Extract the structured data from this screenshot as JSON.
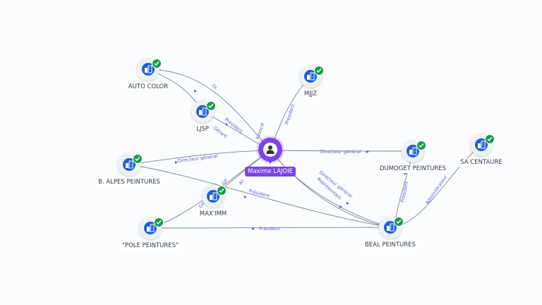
{
  "person": {
    "name": "Maxime LAJOIE",
    "icon": "person-icon"
  },
  "companies": [
    {
      "id": "auto_color",
      "name": "AUTO COLOR",
      "icon": "building-icon",
      "verified": true
    },
    {
      "id": "mjjz",
      "name": "MJJZ",
      "icon": "building-icon",
      "verified": true
    },
    {
      "id": "ljsp",
      "name": "LJSP",
      "icon": "building-icon",
      "verified": true
    },
    {
      "id": "b_alpes",
      "name": "B. ALPES PEINTURES",
      "icon": "building-icon",
      "verified": true
    },
    {
      "id": "dumoget",
      "name": "DUMOGET PEINTURES",
      "icon": "building-icon",
      "verified": true
    },
    {
      "id": "sa_centaure",
      "name": "SA CENTAURE",
      "icon": "building-icon",
      "verified": true
    },
    {
      "id": "maximm",
      "name": "MAX'IMM",
      "icon": "building-icon",
      "verified": true
    },
    {
      "id": "pole",
      "name": "\"POLE PEINTURES\"",
      "icon": "building-icon",
      "verified": true
    },
    {
      "id": "beal",
      "name": "BEAL PEINTURES",
      "icon": "building-icon",
      "verified": true
    }
  ],
  "edge_labels": {
    "president": "Président",
    "directeur_general": "Directeur général",
    "representant": "Représentant",
    "administrateur": "Administrateur",
    "dg_short": "Di",
    "gerant": "Gérant",
    "associe": "As",
    "gerant_partial": "Ge",
    "associe_partial": "Associé"
  },
  "colors": {
    "person_accent": "#7a45e6",
    "company_icon": "#1d5fd6",
    "verified_badge": "#1a9c4a",
    "edge_label": "#5a63c8"
  }
}
